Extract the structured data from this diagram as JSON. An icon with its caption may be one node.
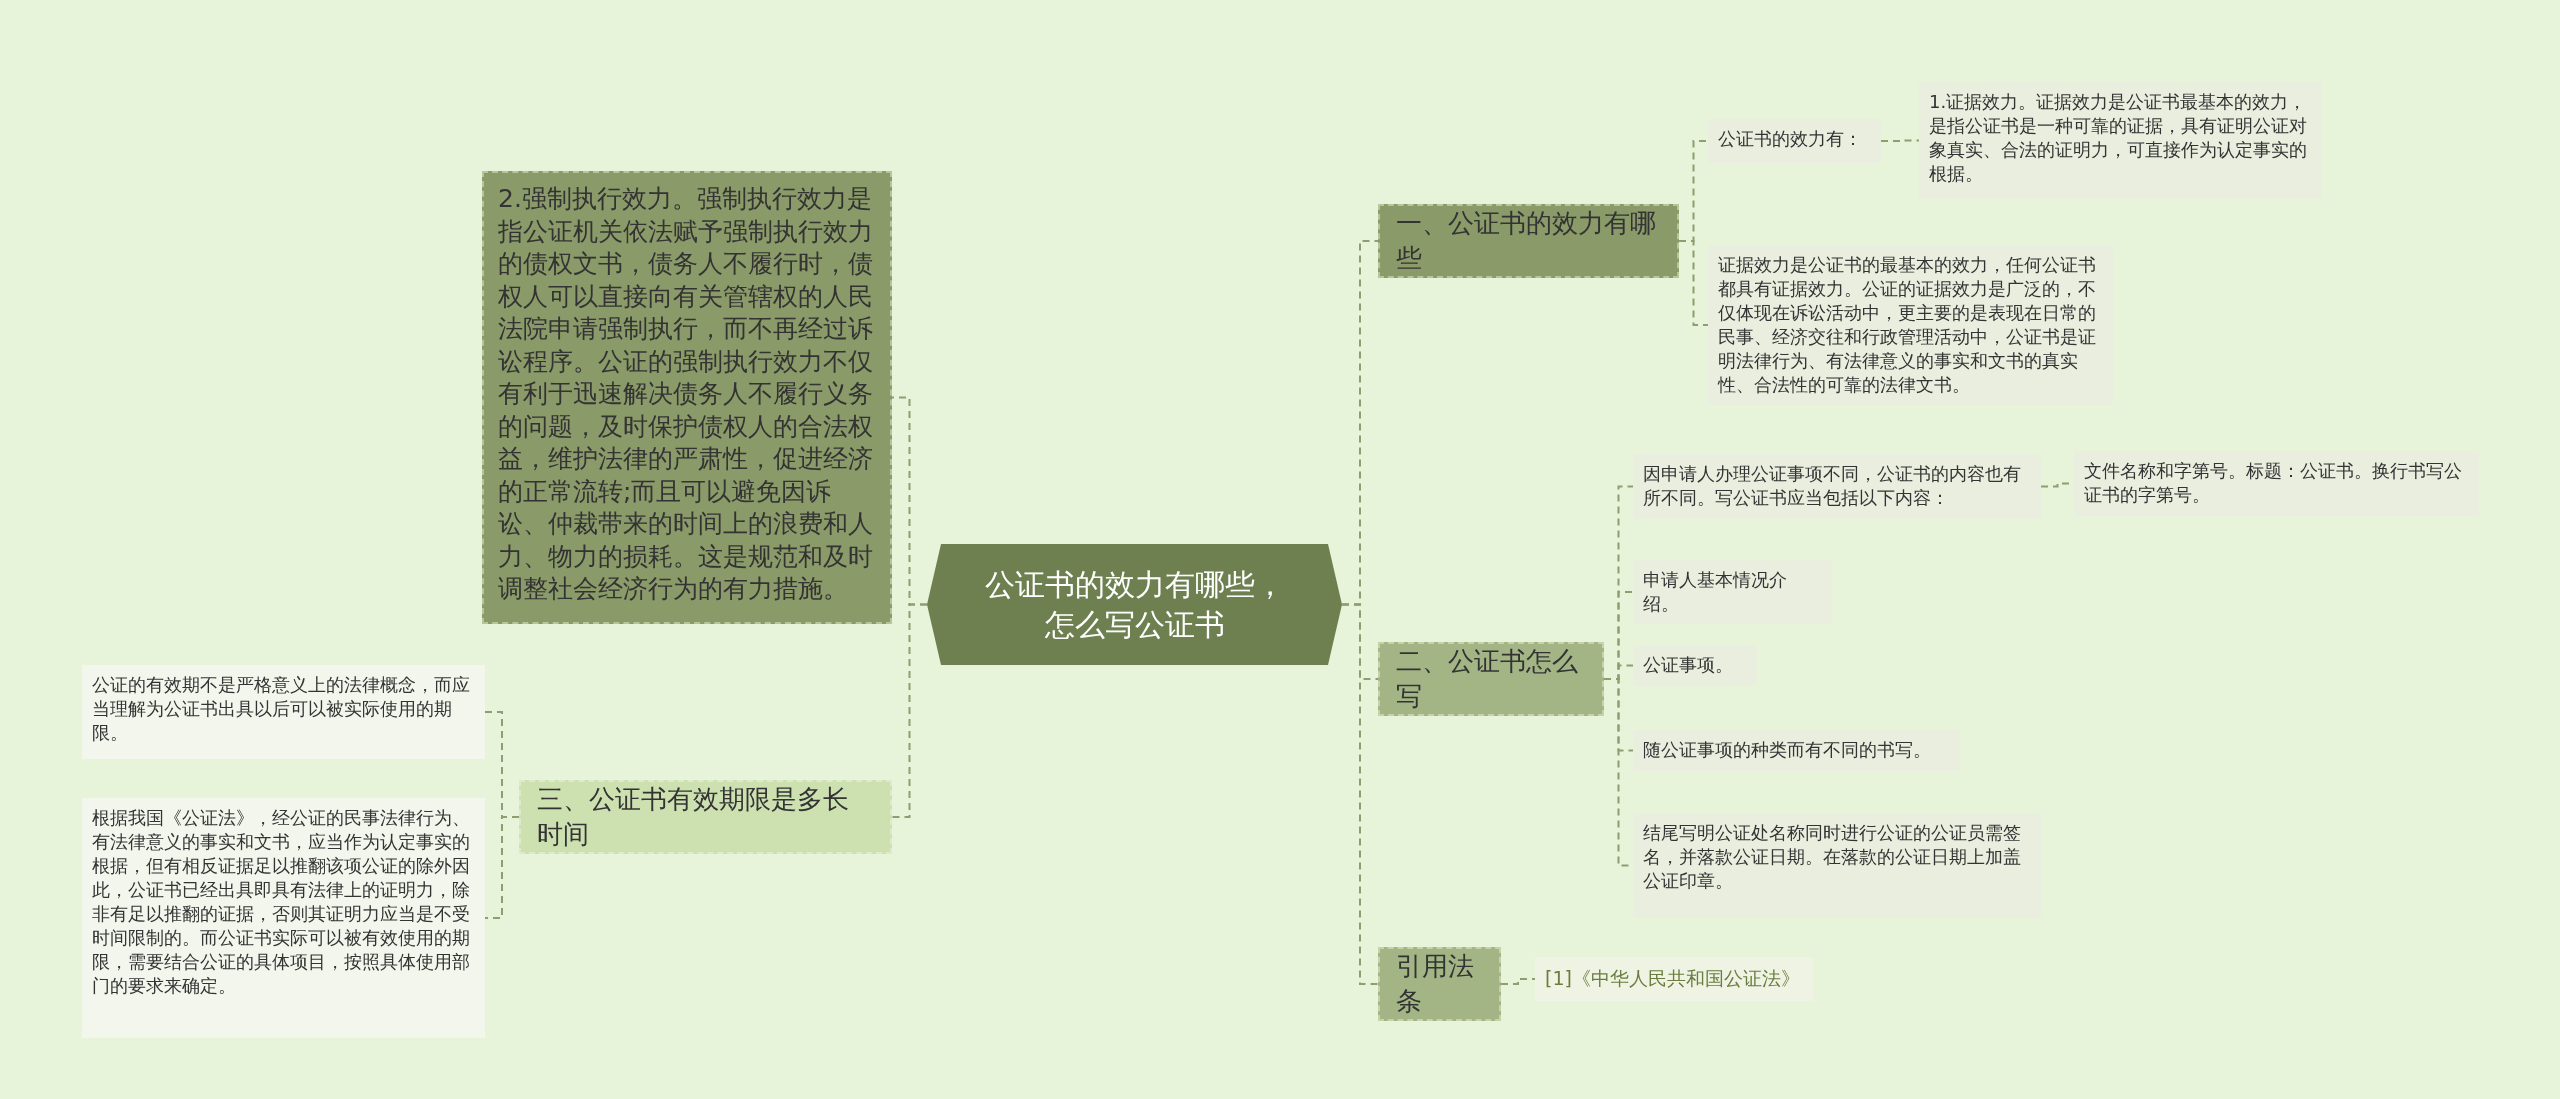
{
  "diagram": {
    "nodes": [
      {
        "text": [
          "公证书的效力有哪些，怎么写公证书"
        ]
      },
      {
        "text": [
          "一、公证书的效力有哪些"
        ]
      },
      {
        "text": [
          "公证书的效力有："
        ]
      },
      {
        "text": [
          "1.证据效力。证据效力是公证书最基本的效力，是指公证书是一种可靠的证据，具有证明公证对象真实、合法的证明力，可直接作为认定事实的根据。"
        ]
      },
      {
        "text": [
          "证据效力是公证书的最基本的效力，任何公证书都具有证据效力。公证的证据效力是广泛的，不仅体现在诉讼活动中，更主要的是表现在日常的民事、经济交往和行政管理活动中，公证书是证明法律行为、有法律意义的事实和文书的真实性、合法性的可靠的法律文书。"
        ]
      },
      {
        "text": [
          "二、公证书怎么写"
        ]
      },
      {
        "text": [
          "因申请人办理公证事项不同，公证书的内容也有所不同。写公证书应当包括以下内容："
        ]
      },
      {
        "text": [
          "文件名称和字第号。标题：公证书。换行书写公证书的字第号。"
        ]
      },
      {
        "text": [
          "申请人基本情况介绍。"
        ]
      },
      {
        "text": [
          "公证事项。"
        ]
      },
      {
        "text": [
          "随公证事项的种类而有不同的书写。"
        ]
      },
      {
        "text": [
          "结尾写明公证处名称同时进行公证的公证员需签名，并落款公证日期。在落款的公证日期上加盖公证印章。"
        ]
      },
      {
        "text": [
          "引用法条"
        ]
      },
      {
        "text": [
          "[1]《中华人民共和国公证法》"
        ]
      },
      {
        "text": [
          "2.强制执行效力。强制执行效力是指公证机关依法赋予强制执行效力的债权文书，债务人不履行时，债权人可以直接向有关管辖权的人民法院申请强制执行，而不再经过诉讼程序。公证的强制执行效力不仅有利于迅速解决债务人不履行义务的问题，及时保护债权人的合法权益，维护法律的严肃性，促进经济的正常流转;而且可以避免因诉讼、仲裁带来的时间上的浪费和人力、物力的损耗。这是规范和及时调整社会经济行为的有力措施。"
        ]
      },
      {
        "text": [
          "三、公证书有效期限是多长时间"
        ]
      },
      {
        "text": [
          "公证的有效期不是严格意义上的法律概念，而应当理解为公证书出具以后可以被实际使用的期限。"
        ]
      },
      {
        "text": [
          "根据我国《公证法》，经公证的民事法律行为、有法律意义的事实和文书，应当作为认定事实的根据，但有相反证据足以推翻该项公证的除外因此，公证书已经出具即具有法律上的证明力，除非有足以推翻的证据，否则其证明力应当是不受时间限制的。而公证书实际可以被有效使用的期限，需要结合公证的具体项目，按照具体使用部门的要求来确定。"
        ]
      }
    ],
    "edges": [
      {
        "from": 0,
        "to": 1,
        "arrow": "none"
      },
      {
        "from": 1,
        "to": 2,
        "arrow": "none"
      },
      {
        "from": 2,
        "to": 3,
        "arrow": "none"
      },
      {
        "from": 1,
        "to": 4,
        "arrow": "none"
      },
      {
        "from": 0,
        "to": 5,
        "arrow": "none"
      },
      {
        "from": 5,
        "to": 6,
        "arrow": "none"
      },
      {
        "from": 6,
        "to": 7,
        "arrow": "none"
      },
      {
        "from": 5,
        "to": 8,
        "arrow": "none"
      },
      {
        "from": 5,
        "to": 9,
        "arrow": "none"
      },
      {
        "from": 5,
        "to": 10,
        "arrow": "none"
      },
      {
        "from": 5,
        "to": 11,
        "arrow": "none"
      },
      {
        "from": 0,
        "to": 12,
        "arrow": "none"
      },
      {
        "from": 12,
        "to": 13,
        "arrow": "none"
      },
      {
        "from": 0,
        "to": 14,
        "arrow": "none"
      },
      {
        "from": 0,
        "to": 15,
        "arrow": "none"
      },
      {
        "from": 15,
        "to": 16,
        "arrow": "none"
      },
      {
        "from": 15,
        "to": 17,
        "arrow": "none"
      }
    ]
  }
}
